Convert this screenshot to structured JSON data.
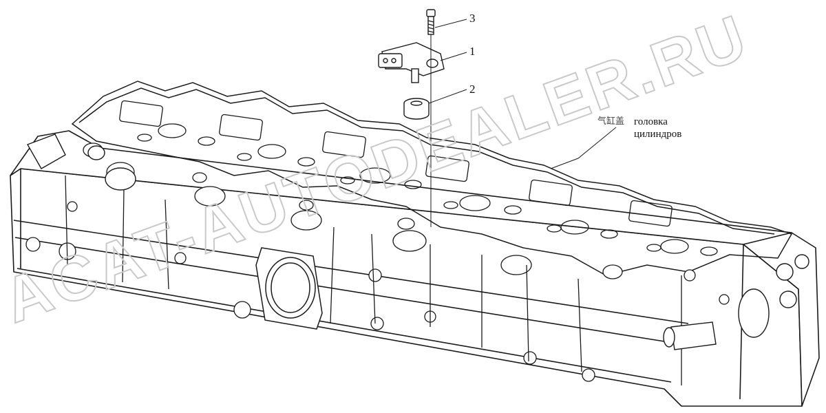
{
  "callouts": {
    "one": "1",
    "two": "2",
    "three": "3"
  },
  "part_label": {
    "chinese": "气缸盖",
    "line1": "головка",
    "line2": "цилиндров"
  },
  "watermark": {
    "text": "ACAT-AUTODEALER.RU"
  }
}
